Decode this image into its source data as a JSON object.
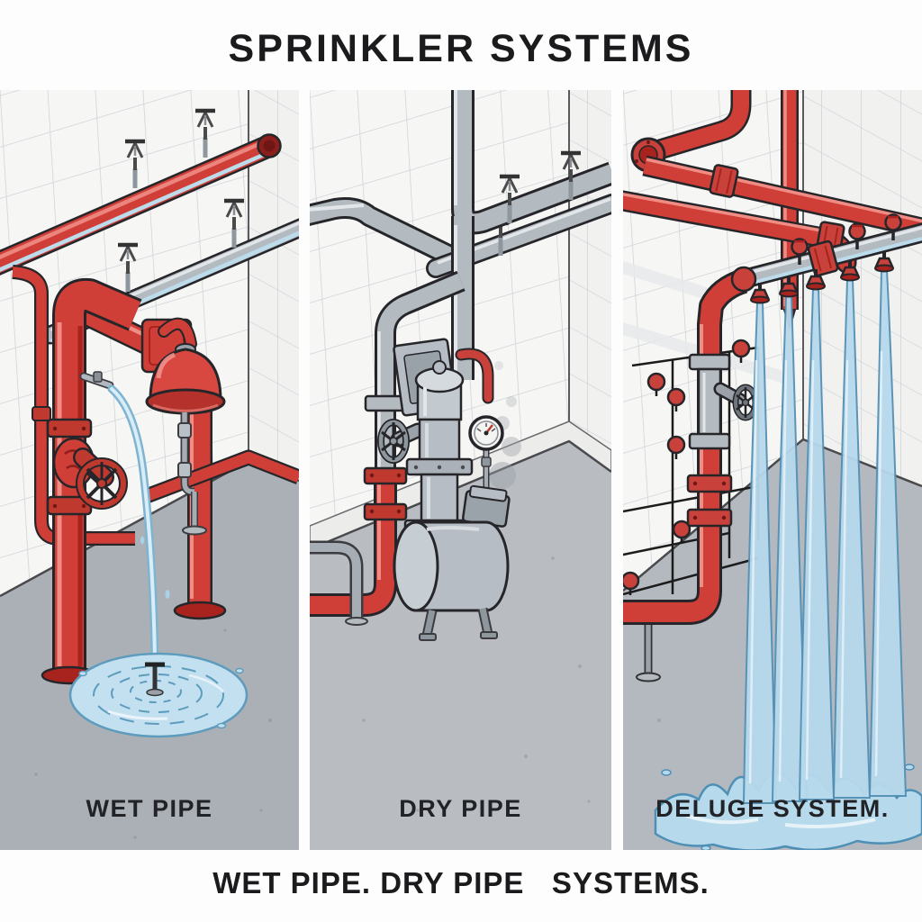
{
  "title": "SPRINKLER SYSTEMS",
  "caption": "WET PIPE. DRY PIPE   SYSTEMS.",
  "panels": [
    {
      "id": "wet-pipe",
      "label": "WET PIPE",
      "components": [
        "red water-filled branch lines with upright sprinkler heads",
        "alarm gong mounted on tiled wall",
        "flanged riser with handwheel control valve",
        "inspector's test stream arcing to floor",
        "puddle with ripples around a sprinkler head"
      ]
    },
    {
      "id": "dry-pipe",
      "label": "DRY PIPE",
      "components": [
        "galvanized air-filled branch lines with upright sprinkler heads",
        "dry-pipe valve station with control box and red hand lever",
        "pressure gauge on stand",
        "horizontal air compressor tank",
        "red water-supply riser with flanges",
        "smoke wisp"
      ]
    },
    {
      "id": "deluge",
      "label": "DELUGE SYSTEM.",
      "components": [
        "red supply mains with wall flange",
        "open deluge nozzles discharging water curtains",
        "deluge valve with handwheel on red riser",
        "black pilot detection line with red heat-detection bulbs",
        "flooded floor splash"
      ]
    }
  ],
  "colors": {
    "pipe_red": "#cf3e37",
    "pipe_red_dark": "#a8221e",
    "pipe_red_light": "#ef8d85",
    "pipe_gray": "#b3bac0",
    "pipe_gray_dark": "#7e868d",
    "water_blue": "#b7d9ec",
    "water_blue_line": "#5590b4",
    "wall_white": "#f6f6f4",
    "tile_line": "#cdd3d9",
    "floor_gray": "#aab0b6",
    "ink": "#26262a",
    "text": "#1b1b1d",
    "background": "#fdfdfd"
  }
}
